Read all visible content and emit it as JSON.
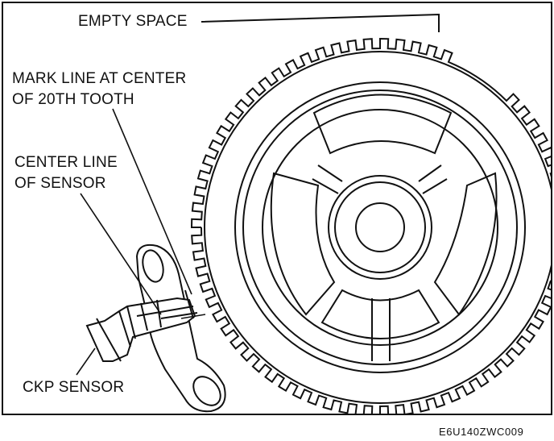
{
  "labels": {
    "empty_space": "EMPTY SPACE",
    "mark_line_1": "MARK LINE AT CENTER",
    "mark_line_2": "OF 20TH TOOTH",
    "center_line_1": "CENTER LINE",
    "center_line_2": "OF SENSOR",
    "ckp_sensor": "CKP SENSOR",
    "figure_code": "E6U140ZWC009"
  },
  "colors": {
    "ink": "#111111",
    "paper": "#ffffff"
  }
}
